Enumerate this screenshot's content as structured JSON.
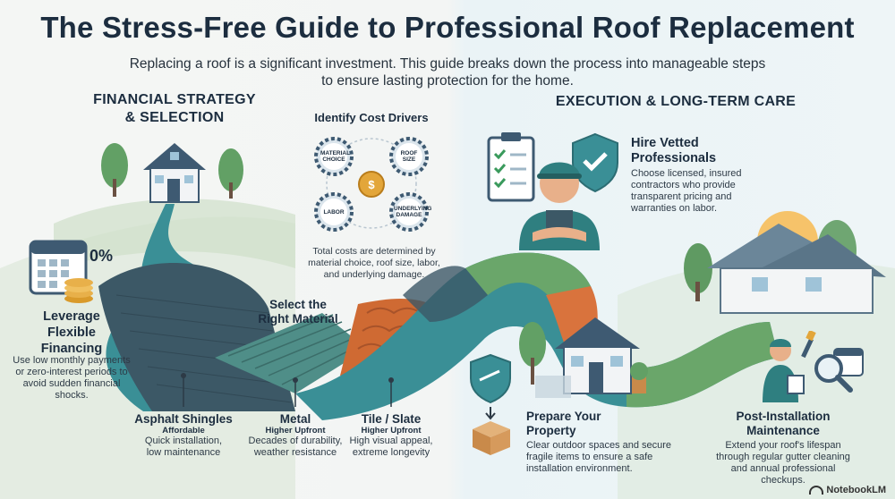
{
  "title": "The Stress-Free Guide to Professional Roof Replacement",
  "subtitle": "Replacing a roof is a significant investment. This guide breaks down the process into manageable steps to ensure lasting protection for the home.",
  "left_section": {
    "heading_line1": "FINANCIAL STRATEGY",
    "heading_line2": "& SELECTION"
  },
  "right_section": {
    "heading": "EXECUTION & LONG-TERM CARE"
  },
  "financing": {
    "title_line1": "Leverage",
    "title_line2": "Flexible",
    "title_line3": "Financing",
    "badge": "0%",
    "desc": "Use low monthly payments or zero-interest periods to avoid sudden financial shocks."
  },
  "cost_drivers": {
    "title": "Identify Cost Drivers",
    "gears": [
      "MATERIAL CHOICE",
      "ROOF SIZE",
      "LABOR",
      "UNDERLYING DAMAGE"
    ],
    "coin": "$",
    "desc": "Total costs are determined by material choice, roof size, labor, and underlying damage."
  },
  "select_material": {
    "title_line1": "Select the",
    "title_line2": "Right Material"
  },
  "materials": [
    {
      "name": "Asphalt Shingles",
      "cost": "Affordable",
      "desc_line1": "Quick installation,",
      "desc_line2": "low maintenance"
    },
    {
      "name": "Metal",
      "cost": "Higher Upfront",
      "desc_line1": "Decades of durability,",
      "desc_line2": "weather resistance"
    },
    {
      "name": "Tile / Slate",
      "cost": "Higher Upfront",
      "desc_line1": "High visual appeal,",
      "desc_line2": "extreme longevity"
    }
  ],
  "hire": {
    "title_line1": "Hire Vetted",
    "title_line2": "Professionals",
    "desc": "Choose licensed, insured contractors who provide transparent pricing and warranties on labor."
  },
  "prepare": {
    "title_line1": "Prepare Your",
    "title_line2": "Property",
    "desc": "Clear outdoor spaces and secure fragile items to ensure a safe installation environment."
  },
  "post_install": {
    "title_line1": "Post-Installation",
    "title_line2": "Maintenance",
    "desc": "Extend your roof's lifespan through regular gutter cleaning and annual professional checkups."
  },
  "brand": "NotebookLM",
  "colors": {
    "path_dark": "#3c5866",
    "path_teal": "#3a8f96",
    "path_green": "#6aa66a",
    "path_orange": "#d9733d",
    "accent_gold": "#e3a63a"
  }
}
